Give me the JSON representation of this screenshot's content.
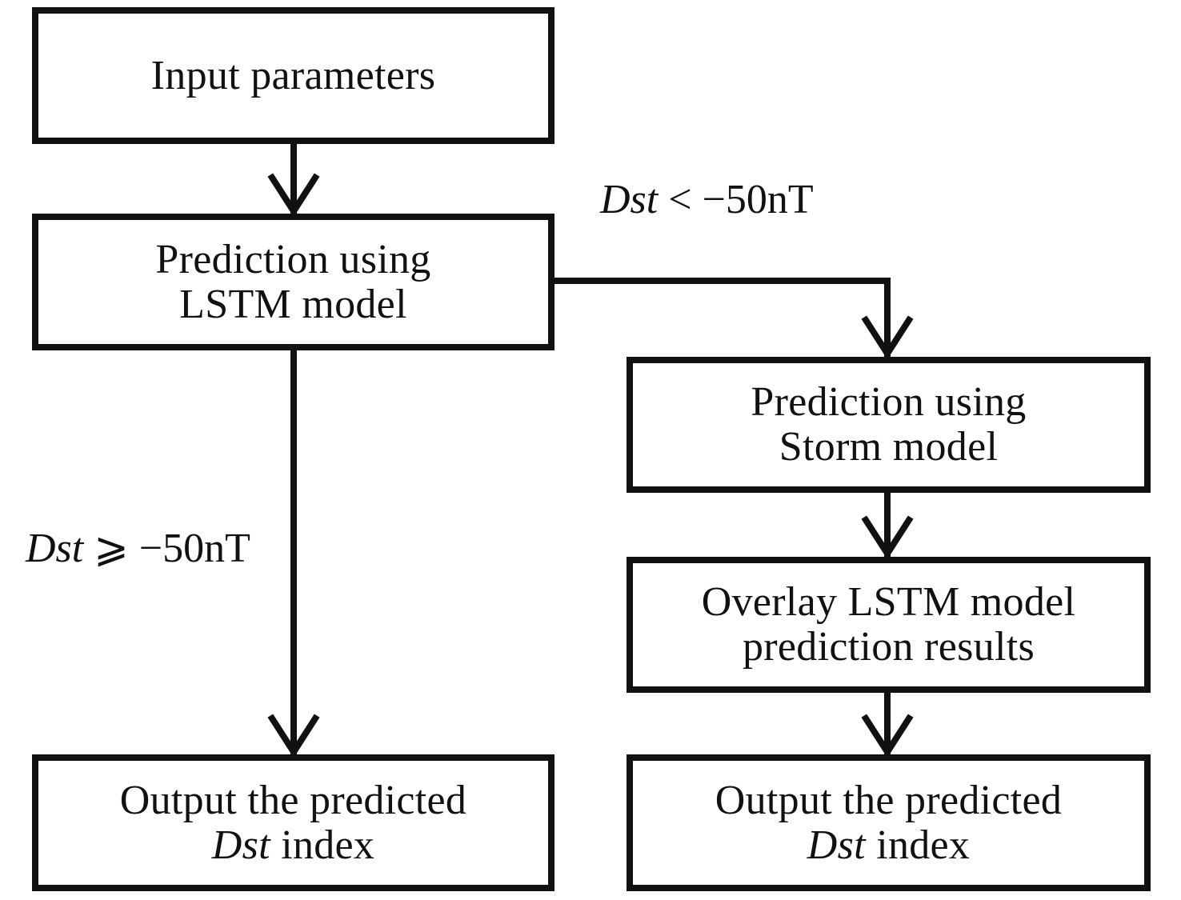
{
  "diagram": {
    "nodes": {
      "input": {
        "line1": "Input parameters"
      },
      "lstm": {
        "line1": "Prediction using",
        "line2": "LSTM model"
      },
      "storm": {
        "line1": "Prediction using",
        "line2": "Storm model"
      },
      "overlay": {
        "line1": "Overlay LSTM model",
        "line2": "prediction results"
      },
      "output_left": {
        "line1": "Output the predicted",
        "line2_italic": "Dst",
        "line2_rest": " index"
      },
      "output_right": {
        "line1": "Output the predicted",
        "line2_italic": "Dst",
        "line2_rest": " index"
      }
    },
    "conditions": {
      "storm_branch": {
        "var": "Dst",
        "op": " < ",
        "value": "−50nT"
      },
      "normal_branch": {
        "var": "Dst",
        "op": " ⩾ ",
        "value": "−50nT"
      }
    },
    "edges": [
      {
        "from": "input",
        "to": "lstm"
      },
      {
        "from": "lstm",
        "to": "storm",
        "condition": "storm_branch"
      },
      {
        "from": "lstm",
        "to": "output_left",
        "condition": "normal_branch"
      },
      {
        "from": "storm",
        "to": "overlay"
      },
      {
        "from": "overlay",
        "to": "output_right"
      }
    ],
    "colors": {
      "stroke": "#111111",
      "background": "#ffffff"
    }
  }
}
